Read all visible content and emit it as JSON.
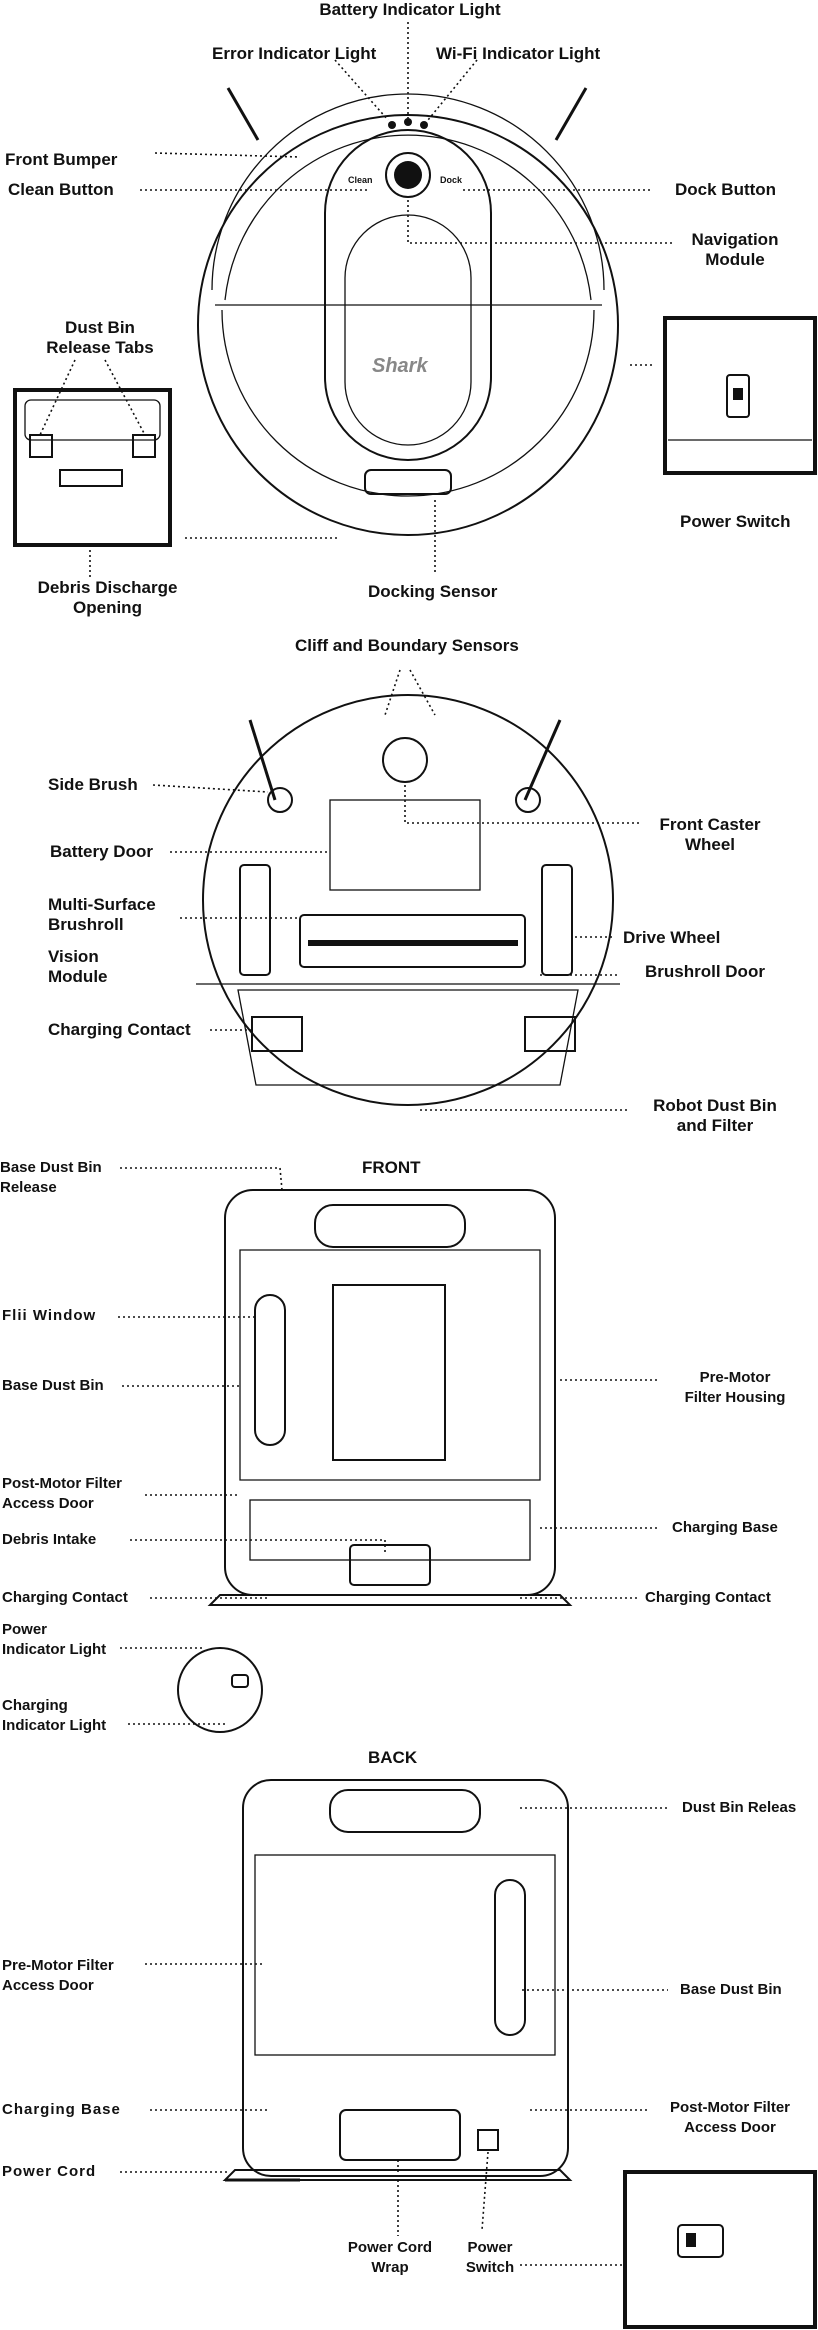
{
  "robot_top": {
    "battery_indicator_light": "Battery Indicator Light",
    "error_indicator_light": "Error Indicator Light",
    "wifi_indicator_light": "Wi-Fi Indicator Light",
    "front_bumper": "Front Bumper",
    "clean_button": "Clean Button",
    "dock_button": "Dock Button",
    "navigation_module_1": "Navigation",
    "navigation_module_2": "Module",
    "dust_bin_release_tabs_1": "Dust Bin",
    "dust_bin_release_tabs_2": "Release Tabs",
    "power_switch": "Power Switch",
    "debris_discharge_opening_1": "Debris Discharge",
    "debris_discharge_opening_2": "Opening",
    "docking_sensor": "Docking Sensor",
    "logo": "Shark",
    "clean_mark": "Clean",
    "dock_mark": "Dock"
  },
  "robot_bottom": {
    "cliff_boundary_sensors": "Cliff and Boundary Sensors",
    "side_brush": "Side Brush",
    "front_caster_wheel_1": "Front Caster",
    "front_caster_wheel_2": "Wheel",
    "battery_door": "Battery Door",
    "multi_surface_brushroll_1": "Multi-Surface",
    "multi_surface_brushroll_2": "Brushroll",
    "drive_wheel": "Drive Wheel",
    "vision_module_1": "Vision",
    "vision_module_2": "Module",
    "brushroll_door": "Brushroll Door",
    "charging_contact": "Charging Contact",
    "robot_dust_bin_1": "Robot Dust Bin",
    "robot_dust_bin_2": "and Filter"
  },
  "base_front": {
    "heading": "FRONT",
    "base_dust_bin_release_1": "Base Dust Bin",
    "base_dust_bin_release_2": "Release",
    "fill_window": "Flii Window",
    "base_dust_bin": "Base Dust Bin",
    "pre_motor_filter_housing_1": "Pre-Motor",
    "pre_motor_filter_housing_2": "Filter Housing",
    "post_motor_access_1": "Post-Motor Filter",
    "post_motor_access_2": "Access Door",
    "debris_intake": "Debris Intake",
    "charging_base": "Charging Base",
    "charging_contact_left": "Charging Contact",
    "charging_contact_right": "Charging Contact",
    "power_indicator_1": "Power",
    "power_indicator_2": "Indicator Light",
    "charging_indicator_1": "Charging",
    "charging_indicator_2": "Indicator Light"
  },
  "base_back": {
    "heading": "BACK",
    "dust_bin_release": "Dust Bin Releas",
    "pre_motor_access_1": "Pre-Motor Filter",
    "pre_motor_access_2": "Access Door",
    "base_dust_bin": "Base Dust Bin",
    "charging_base": "Charging Base",
    "post_motor_access_1": "Post-Motor Filter",
    "post_motor_access_2": "Access Door",
    "power_cord": "Power Cord",
    "power_cord_wrap_1": "Power Cord",
    "power_cord_wrap_2": "Wrap",
    "power_switch_1": "Power",
    "power_switch_2": "Switch"
  }
}
